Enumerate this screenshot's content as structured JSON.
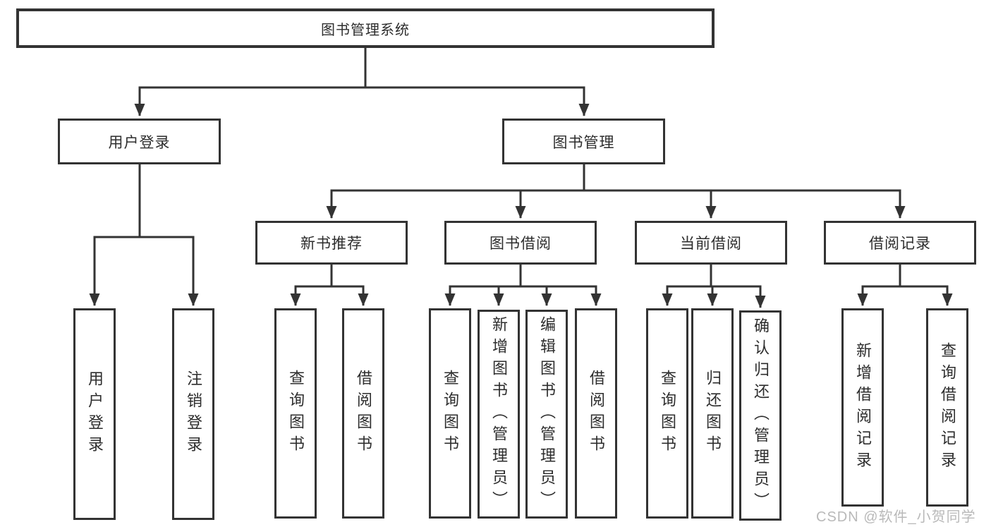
{
  "title_node": "图书管理系统",
  "branches": {
    "user": {
      "label": "用户登录",
      "children": [
        "用户登录",
        "注销登录"
      ]
    },
    "mgmt": {
      "label": "图书管理"
    },
    "recommend": {
      "label": "新书推荐",
      "children": [
        "查询图书",
        "借阅图书"
      ]
    },
    "borrow": {
      "label": "图书借阅",
      "children": [
        "查询图书",
        "新增图书（管理员）",
        "编辑图书（管理员）",
        "借阅图书"
      ]
    },
    "current": {
      "label": "当前借阅",
      "children": [
        "查询图书",
        "归还图书",
        "确认归还（管理员）"
      ]
    },
    "records": {
      "label": "借阅记录",
      "children": [
        "新增借阅记录",
        "查询借阅记录"
      ]
    }
  },
  "watermark": "CSDN @软件_小贺同学",
  "colors": {
    "line": "#333333",
    "text": "#2d2d2d",
    "watermark": "#b9b9b9",
    "background": "#ffffff"
  }
}
